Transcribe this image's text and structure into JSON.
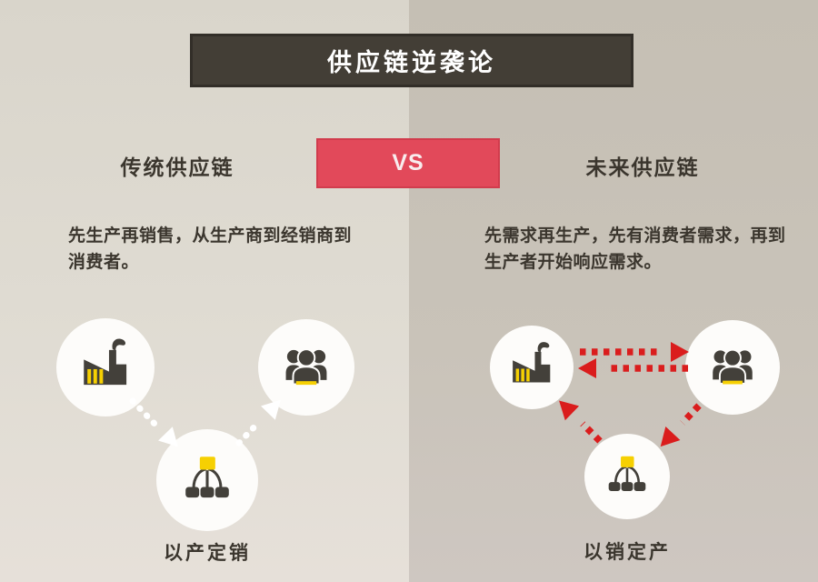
{
  "title": "供应链逆袭论",
  "vs_label": "VS",
  "left_panel": {
    "heading": "传统供应链",
    "description": "先生产再销售，从生产商到经销商到消费者。",
    "caption": "以产定销",
    "nodes": [
      "生产商工厂",
      "分销网络",
      "消费者"
    ],
    "flows": [
      "工厂 → 分销网络",
      "分销网络 → 消费者"
    ],
    "arrow_style": "white-dotted"
  },
  "right_panel": {
    "heading": "未来供应链",
    "description": "先需求再生产，先有消费者需求，再到生产者开始响应需求。",
    "caption": "以销定产",
    "nodes": [
      "生产商工厂",
      "分销网络",
      "消费者"
    ],
    "flows": [
      "工厂 ⇄ 消费者",
      "消费者 → 分销网络",
      "分销网络 → 工厂"
    ],
    "arrow_style": "red-dotted"
  },
  "icons": {
    "factory": "factory-icon",
    "consumers": "people-group-icon",
    "distribution": "distribution-network-icon"
  },
  "colors": {
    "title_bar_bg": "#433e36",
    "vs_badge_bg": "#e2495a",
    "arrow_red": "#da1d1d",
    "arrow_white": "#ffffff",
    "text": "#3b362e",
    "bg_left": "#dcd8cf",
    "bg_right": "#c8c2b8",
    "node_bg": "#fdfcfa",
    "icon_dark": "#43403a",
    "icon_yellow": "#f6d002"
  }
}
